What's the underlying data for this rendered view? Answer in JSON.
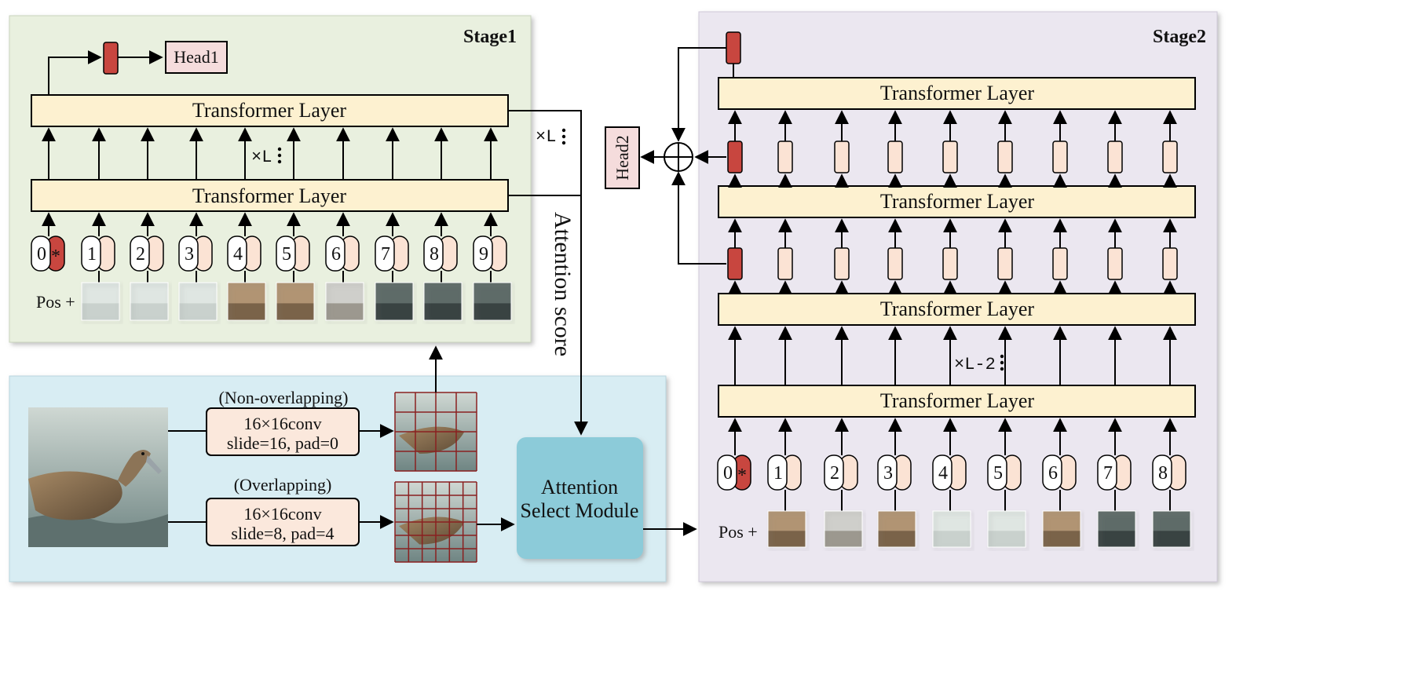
{
  "stage1": {
    "title": "Stage1",
    "head_label": "Head1",
    "layer_label": "Transformer Layer",
    "repeat_label": "×L",
    "pos_label": "Pos +",
    "tokens": [
      "0",
      "1",
      "2",
      "3",
      "4",
      "5",
      "6",
      "7",
      "8",
      "9"
    ]
  },
  "stage2": {
    "title": "Stage2",
    "head_label": "Head2",
    "layer_label": "Transformer Layer",
    "repeat_label": "×L-2",
    "pos_label": "Pos +",
    "tokens": [
      "0",
      "1",
      "2",
      "3",
      "4",
      "5",
      "6",
      "7",
      "8"
    ]
  },
  "bridge": {
    "repeat_label": "×L",
    "attention_score_label": "Attention score"
  },
  "patching": {
    "non_overlap_caption": "(Non-overlapping)",
    "non_overlap_line1": "16×16conv",
    "non_overlap_line2": "slide=16, pad=0",
    "overlap_caption": "(Overlapping)",
    "overlap_line1": "16×16conv",
    "overlap_line2": "slide=8, pad=4",
    "select_module_line1": "Attention",
    "select_module_line2": "Select Module"
  },
  "colors": {
    "stage1_bg": "#e9f0df",
    "stage2_bg": "#ebe7f0",
    "bottom_bg": "#d8edf3",
    "layer_fill": "#fdf1d0",
    "cls_red": "#c8463f",
    "token_peach": "#fbe3d4",
    "head_fill": "#f5dcdc",
    "conv_fill": "#fbe8dc",
    "module_fill": "#8ccbd9",
    "grid_red": "#8a2020"
  }
}
